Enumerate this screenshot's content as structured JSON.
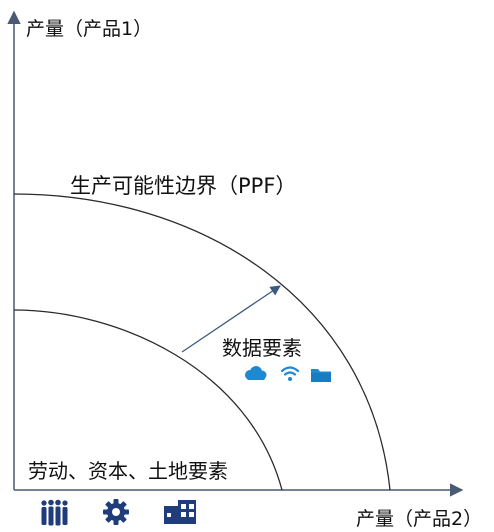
{
  "axes": {
    "y_label": "产量（产品1）",
    "x_label": "产量（产品2）"
  },
  "curves": {
    "outer_label": "生产可能性边界（PPF）",
    "shift_label": "数据要素",
    "base_label": "劳动、资本、土地要素"
  },
  "icons": {
    "data_icons": [
      "cloud-icon",
      "wifi-icon",
      "folder-icon"
    ],
    "factor_icons": [
      "workers-icon",
      "gear-icon",
      "factory-icon"
    ]
  },
  "colors": {
    "axis": "#4a5a72",
    "curve": "#2a2a2a",
    "arrow": "#3d5a80",
    "icon_blue": "#1e88d0",
    "icon_navy": "#1f3d7a"
  }
}
